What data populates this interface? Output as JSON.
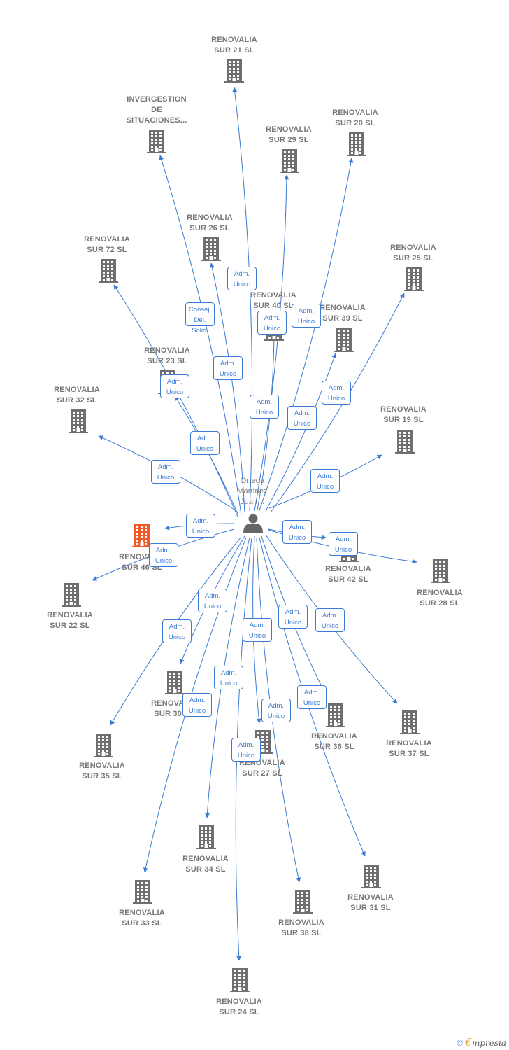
{
  "center": {
    "lines": [
      "Ortega",
      "Martinez",
      "Juan..."
    ]
  },
  "companies": [
    {
      "id": "sur21",
      "lines": [
        "RENOVALIA",
        "SUR 21  SL"
      ],
      "highlight": false
    },
    {
      "id": "invergestion",
      "lines": [
        "INVERGESTION",
        "DE",
        "SITUACIONES..."
      ],
      "highlight": false
    },
    {
      "id": "sur20",
      "lines": [
        "RENOVALIA",
        "SUR 20  SL"
      ],
      "highlight": false
    },
    {
      "id": "sur29",
      "lines": [
        "RENOVALIA",
        "SUR 29  SL"
      ],
      "highlight": false
    },
    {
      "id": "sur26",
      "lines": [
        "RENOVALIA",
        "SUR 26  SL"
      ],
      "highlight": false
    },
    {
      "id": "sur72",
      "lines": [
        "RENOVALIA",
        "SUR 72  SL"
      ],
      "highlight": false
    },
    {
      "id": "sur25",
      "lines": [
        "RENOVALIA",
        "SUR 25  SL"
      ],
      "highlight": false
    },
    {
      "id": "sur40",
      "lines": [
        "RENOVALIA",
        "SUR 40  SL"
      ],
      "highlight": false
    },
    {
      "id": "sur39",
      "lines": [
        "RENOVALIA",
        "SUR 39  SL"
      ],
      "highlight": false
    },
    {
      "id": "sur23",
      "lines": [
        "RENOVALIA",
        "SUR 23  SL"
      ],
      "highlight": false
    },
    {
      "id": "sur32",
      "lines": [
        "RENOVALIA",
        "SUR 32  SL"
      ],
      "highlight": false
    },
    {
      "id": "sur19",
      "lines": [
        "RENOVALIA",
        "SUR 19  SL"
      ],
      "highlight": false
    },
    {
      "id": "sur46",
      "lines": [
        "RENOVALIA",
        "SUR 46  SL"
      ],
      "highlight": true
    },
    {
      "id": "sur42",
      "lines": [
        "RENOVALIA",
        "SUR 42  SL"
      ],
      "highlight": false
    },
    {
      "id": "sur28",
      "lines": [
        "RENOVALIA",
        "SUR 28  SL"
      ],
      "highlight": false
    },
    {
      "id": "sur22",
      "lines": [
        "RENOVALIA",
        "SUR 22  SL"
      ],
      "highlight": false
    },
    {
      "id": "sur30",
      "lines": [
        "RENOVALIA",
        "SUR 30  SL"
      ],
      "highlight": false
    },
    {
      "id": "sur35",
      "lines": [
        "RENOVALIA",
        "SUR 35  SL"
      ],
      "highlight": false
    },
    {
      "id": "sur27",
      "lines": [
        "RENOVALIA",
        "SUR 27  SL"
      ],
      "highlight": false
    },
    {
      "id": "sur36",
      "lines": [
        "RENOVALIA",
        "SUR 36  SL"
      ],
      "highlight": false
    },
    {
      "id": "sur37",
      "lines": [
        "RENOVALIA",
        "SUR 37  SL"
      ],
      "highlight": false
    },
    {
      "id": "sur34",
      "lines": [
        "RENOVALIA",
        "SUR 34  SL"
      ],
      "highlight": false
    },
    {
      "id": "sur33",
      "lines": [
        "RENOVALIA",
        "SUR 33  SL"
      ],
      "highlight": false
    },
    {
      "id": "sur38",
      "lines": [
        "RENOVALIA",
        "SUR 38  SL"
      ],
      "highlight": false
    },
    {
      "id": "sur31",
      "lines": [
        "RENOVALIA",
        "SUR 31  SL"
      ],
      "highlight": false
    },
    {
      "id": "sur24",
      "lines": [
        "RENOVALIA",
        "SUR 24  SL"
      ],
      "highlight": false
    }
  ],
  "edges": [
    {
      "target": "sur21",
      "role": [
        "Adm.",
        "Unico"
      ]
    },
    {
      "target": "invergestion",
      "role": [
        "Consej.",
        "Del. Solid."
      ]
    },
    {
      "target": "sur20",
      "role": [
        "Adm.",
        "Unico"
      ]
    },
    {
      "target": "sur29",
      "role": [
        "Adm.",
        "Unico"
      ]
    },
    {
      "target": "sur26",
      "role": [
        "Adm.",
        "Unico"
      ]
    },
    {
      "target": "sur72",
      "role": [
        "Adm.",
        "Unico"
      ]
    },
    {
      "target": "sur25",
      "role": [
        "Adm.",
        "Unico"
      ]
    },
    {
      "target": "sur40",
      "role": [
        "Adm.",
        "Unico"
      ]
    },
    {
      "target": "sur39",
      "role": [
        "Adm.",
        "Unico"
      ]
    },
    {
      "target": "sur23",
      "role": [
        "Adm.",
        "Unico"
      ]
    },
    {
      "target": "sur32",
      "role": [
        "Adm.",
        "Unico"
      ]
    },
    {
      "target": "sur19",
      "role": [
        "Adm.",
        "Unico"
      ]
    },
    {
      "target": "sur46",
      "role": [
        "Adm.",
        "Unico"
      ]
    },
    {
      "target": "sur42",
      "role": [
        "Adm.",
        "Unico"
      ]
    },
    {
      "target": "sur28",
      "role": [
        "Adm.",
        "Unico"
      ]
    },
    {
      "target": "sur22",
      "role": [
        "Adm.",
        "Unico"
      ]
    },
    {
      "target": "sur30",
      "role": [
        "Adm.",
        "Unico"
      ]
    },
    {
      "target": "sur35",
      "role": [
        "Adm.",
        "Unico"
      ]
    },
    {
      "target": "sur27",
      "role": [
        "Adm.",
        "Unico"
      ]
    },
    {
      "target": "sur36",
      "role": [
        "Adm.",
        "Unico"
      ]
    },
    {
      "target": "sur37",
      "role": [
        "Adm.",
        "Unico"
      ]
    },
    {
      "target": "sur34",
      "role": [
        "Adm.",
        "Unico"
      ]
    },
    {
      "target": "sur33",
      "role": [
        "Adm.",
        "Unico"
      ]
    },
    {
      "target": "sur38",
      "role": [
        "Adm.",
        "Unico"
      ]
    },
    {
      "target": "sur31",
      "role": [
        "Adm.",
        "Unico"
      ]
    },
    {
      "target": "sur24",
      "role": [
        "Adm.",
        "Unico"
      ]
    }
  ],
  "footer": {
    "copyright": "©",
    "brand_initial": "€",
    "brand_rest": "mpresia"
  },
  "colors": {
    "edge": "#3b7bd4",
    "building": "#6f6f6f",
    "highlight": "#f05a28",
    "person": "#666666"
  }
}
